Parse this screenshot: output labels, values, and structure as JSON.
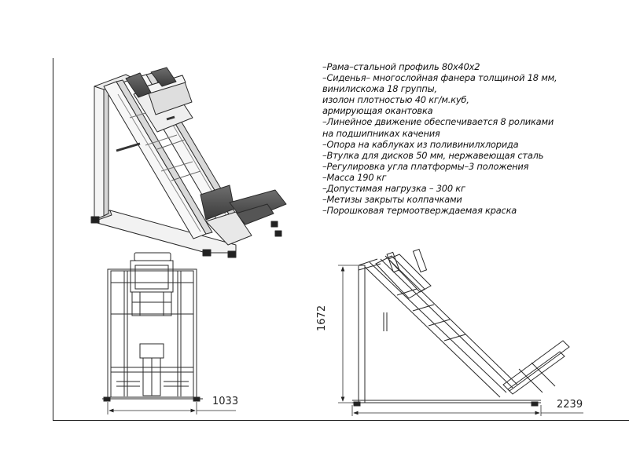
{
  "specs": [
    "–Рама–стальной профиль 80х40х2",
    "–Сиденья– многослойная фанера толщиной 18 мм,",
    "винилискожа 18 группы,",
    "изолон плотностью 40 кг/м.куб,",
    "армирующая окантовка",
    "–Линейное движение обеспечивается 8 роликами",
    "на подшипниках качения",
    "–Опора на каблуках из поливинилхлорида",
    "–Втулка для дисков 50 мм, нержавеющая сталь",
    "–Регулировка угла платформы–3 положения",
    "–Масса 190 кг",
    "–Допустимая нагрузка – 300 кг",
    "–Метизы закрыты колпачками",
    "–Порошковая термоотверждаемая краска"
  ],
  "dimensions": {
    "width_front": "1033",
    "length_side": "2239",
    "height_side": "1672"
  },
  "colors": {
    "frame": "#f4f4f4",
    "outline": "#2a2a2a",
    "pad": "#5c5c5c",
    "pad_dark": "#3a3a3a"
  }
}
